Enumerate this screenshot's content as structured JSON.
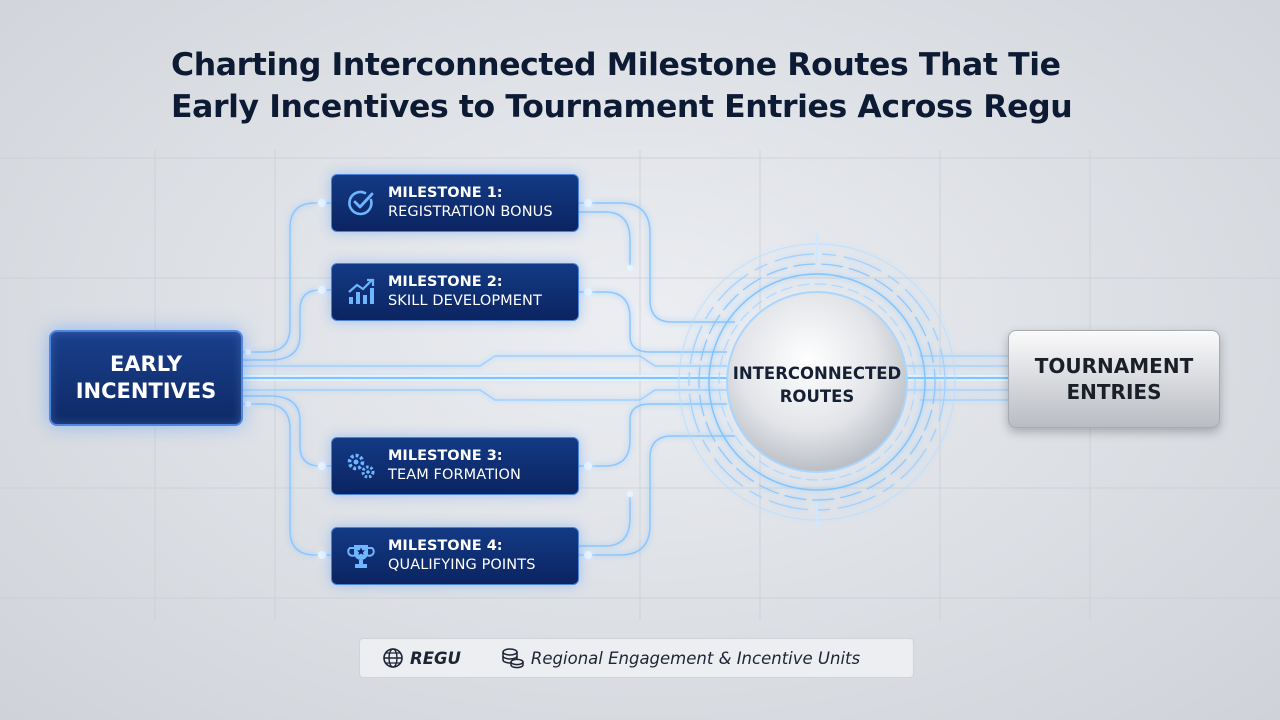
{
  "title": {
    "line1": "Charting Interconnected Milestone Routes That Tie",
    "line2": "Early Incentives to Tournament Entries Across Regu"
  },
  "source_node": {
    "line1": "EARLY",
    "line2": "INCENTIVES"
  },
  "target_node": {
    "line1": "TOURNAMENT",
    "line2": "ENTRIES"
  },
  "hub_node": {
    "line1": "INTERCONNECTED",
    "line2": "ROUTES"
  },
  "milestones": [
    {
      "label": "MILESTONE 1:",
      "name": "REGISTRATION BONUS",
      "icon": "check-circle-icon"
    },
    {
      "label": "MILESTONE 2:",
      "name": "SKILL DEVELOPMENT",
      "icon": "growth-chart-icon"
    },
    {
      "label": "MILESTONE 3:",
      "name": "TEAM FORMATION",
      "icon": "gears-icon"
    },
    {
      "label": "MILESTONE 4:",
      "name": "QUALIFYING POINTS",
      "icon": "trophy-icon"
    }
  ],
  "legend": {
    "abbr": "REGU",
    "abbr_icon": "globe-icon",
    "full": "Regional Engagement & Incentive Units",
    "full_icon": "coins-stack-icon"
  },
  "colors": {
    "node_blue": "#0e2a66",
    "glow": "#7fc4ff",
    "title": "#0d1a33",
    "background": "#dcdfe4"
  }
}
